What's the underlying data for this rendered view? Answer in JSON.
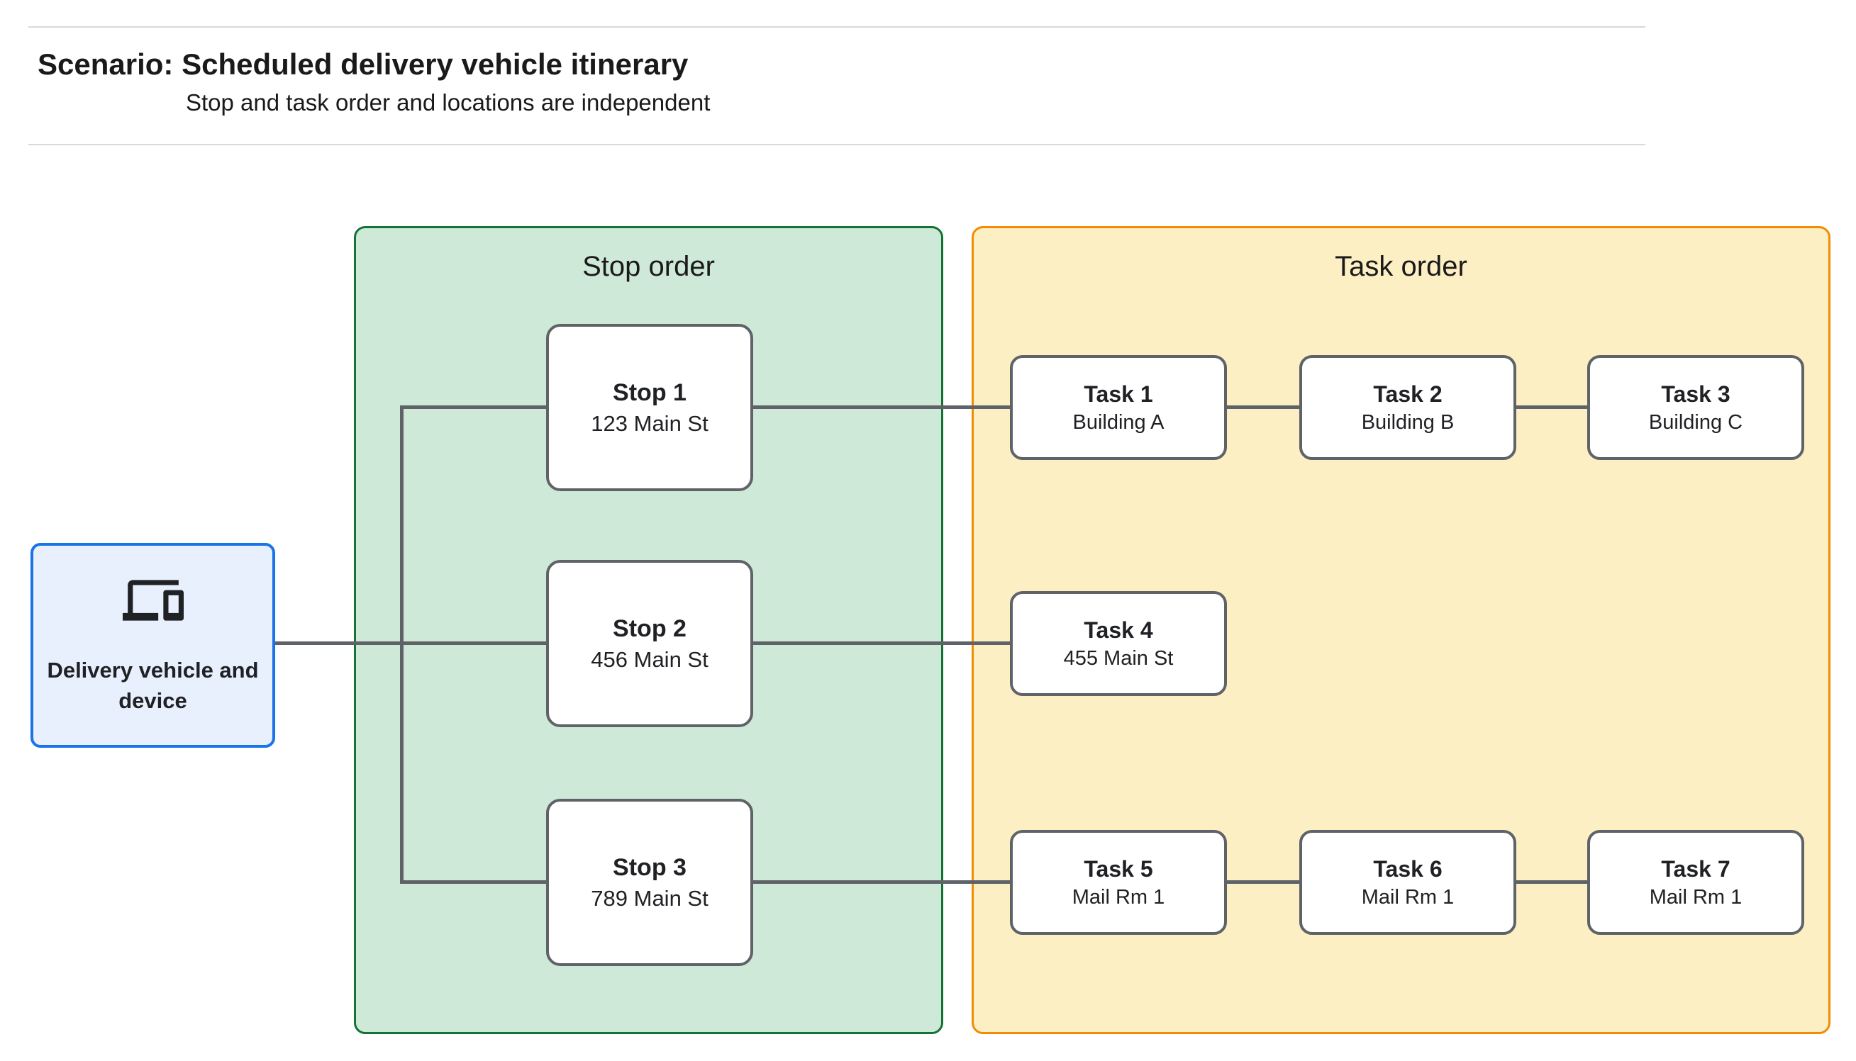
{
  "header": {
    "title": "Scenario: Scheduled delivery vehicle itinerary",
    "subtitle": "Stop and task order and locations are independent"
  },
  "vehicle": {
    "icon": "devices-icon",
    "label": "Delivery vehicle and device"
  },
  "stop_panel": {
    "title": "Stop order",
    "stops": [
      {
        "name": "Stop 1",
        "address": "123 Main St"
      },
      {
        "name": "Stop 2",
        "address": "456 Main St"
      },
      {
        "name": "Stop 3",
        "address": "789 Main St"
      }
    ]
  },
  "task_panel": {
    "title": "Task order",
    "tasks": [
      {
        "name": "Task 1",
        "location": "Building A"
      },
      {
        "name": "Task 2",
        "location": "Building B"
      },
      {
        "name": "Task 3",
        "location": "Building C"
      },
      {
        "name": "Task 4",
        "location": "455 Main St"
      },
      {
        "name": "Task 5",
        "location": "Mail Rm 1"
      },
      {
        "name": "Task 6",
        "location": "Mail Rm 1"
      },
      {
        "name": "Task 7",
        "location": "Mail Rm 1"
      }
    ]
  },
  "colors": {
    "stop_panel_fill": "#cfe9d8",
    "stop_panel_border": "#137333",
    "task_panel_fill": "#fdefc4",
    "task_panel_border": "#f28c00",
    "node_border": "#5f6368",
    "connector": "#5f6368",
    "vehicle_fill": "#e8f0fe",
    "vehicle_border": "#1a73e8"
  }
}
